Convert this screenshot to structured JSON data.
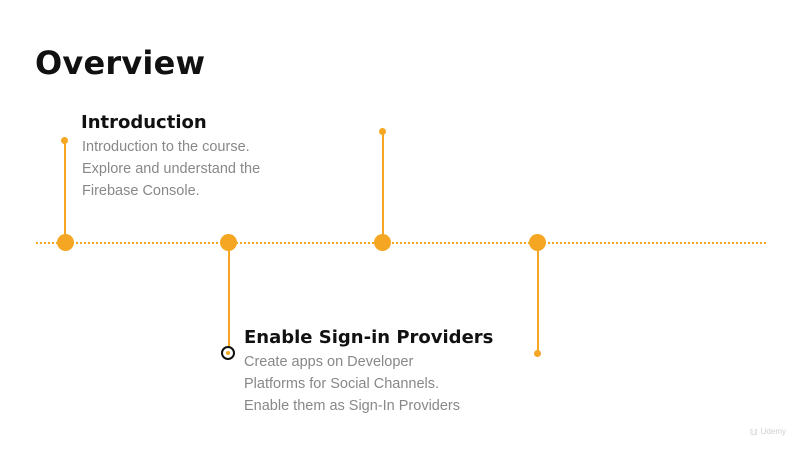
{
  "slide": {
    "title": "Overview",
    "accent_color": "#f5a623",
    "items": [
      {
        "title": "Introduction",
        "description": [
          "Introduction to the course.",
          "Explore and understand the",
          "Firebase Console."
        ]
      },
      {
        "title": "Enable Sign-in Providers",
        "description": [
          "Create apps on Developer",
          "Platforms for Social Channels.",
          "Enable them as Sign-In Providers"
        ]
      }
    ]
  },
  "watermark": {
    "icon": "udemy-logo-icon",
    "text": "Udemy"
  }
}
